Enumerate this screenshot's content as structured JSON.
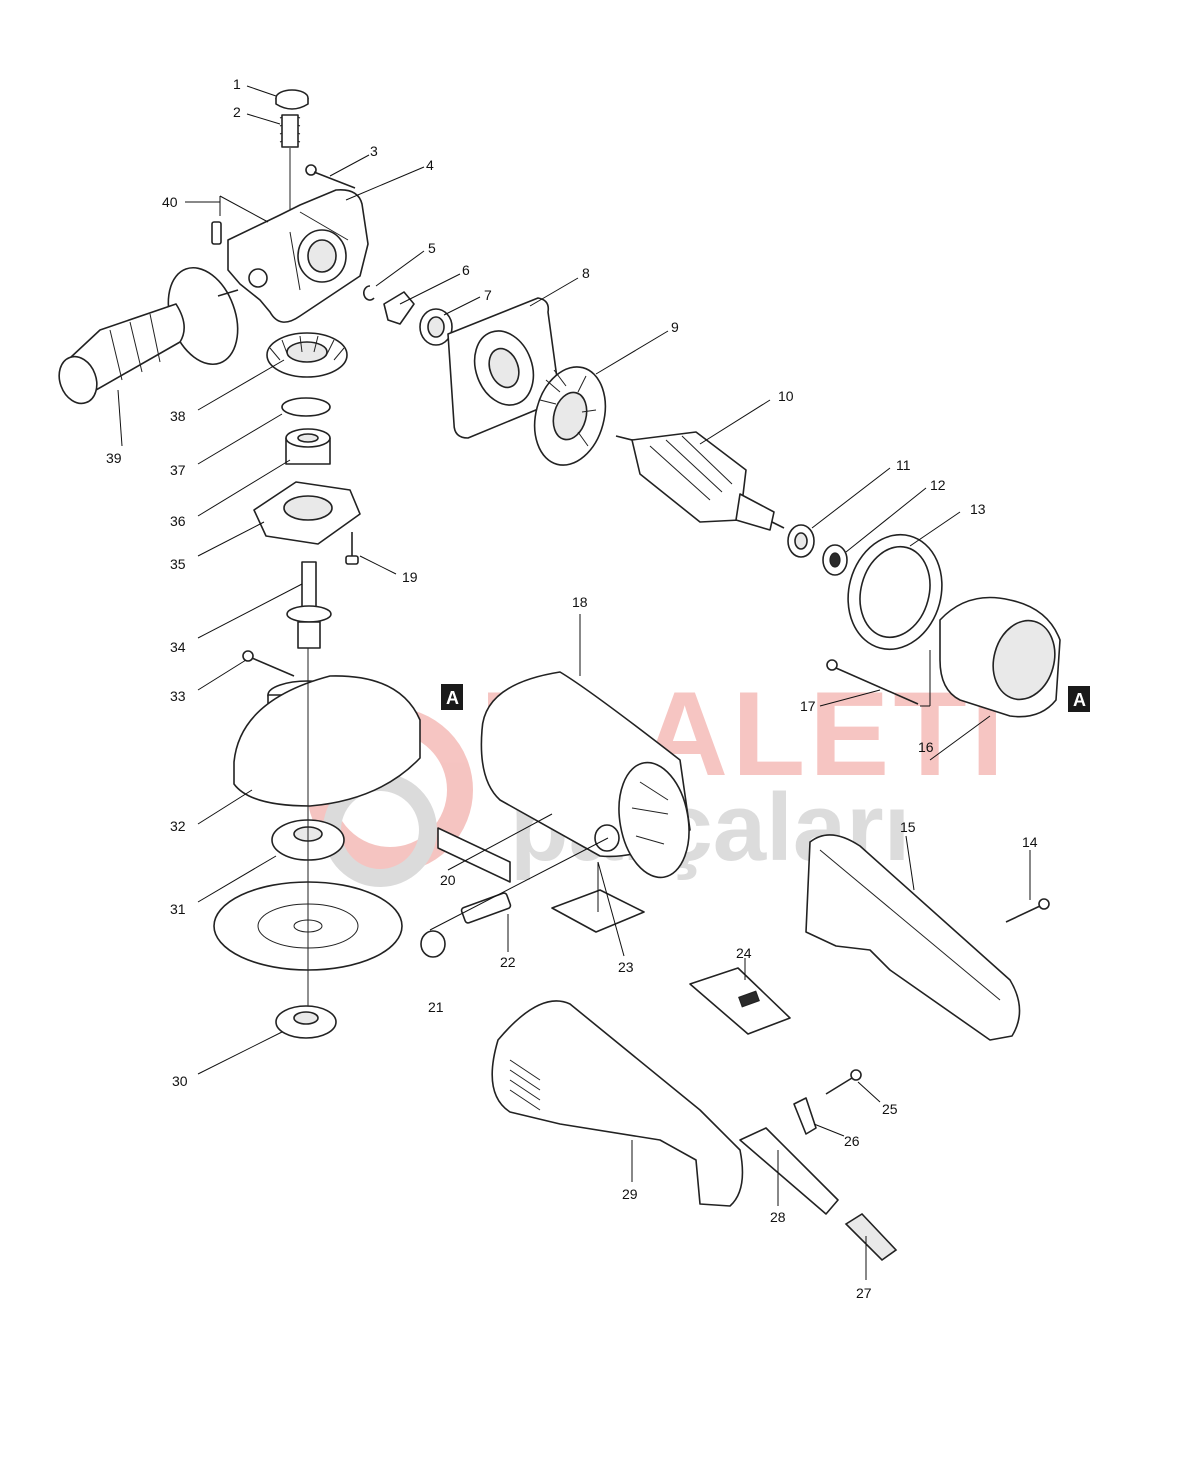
{
  "diagram": {
    "watermark": {
      "line1": "ELALETI",
      "line2": "parçaları"
    },
    "section_marker": "A",
    "part_labels": [
      "1",
      "2",
      "3",
      "4",
      "5",
      "6",
      "7",
      "8",
      "9",
      "10",
      "11",
      "12",
      "13",
      "14",
      "15",
      "16",
      "17",
      "18",
      "19",
      "20",
      "21",
      "22",
      "23",
      "24",
      "25",
      "26",
      "27",
      "28",
      "29",
      "30",
      "31",
      "32",
      "33",
      "34",
      "35",
      "36",
      "37",
      "38",
      "39",
      "40"
    ]
  }
}
